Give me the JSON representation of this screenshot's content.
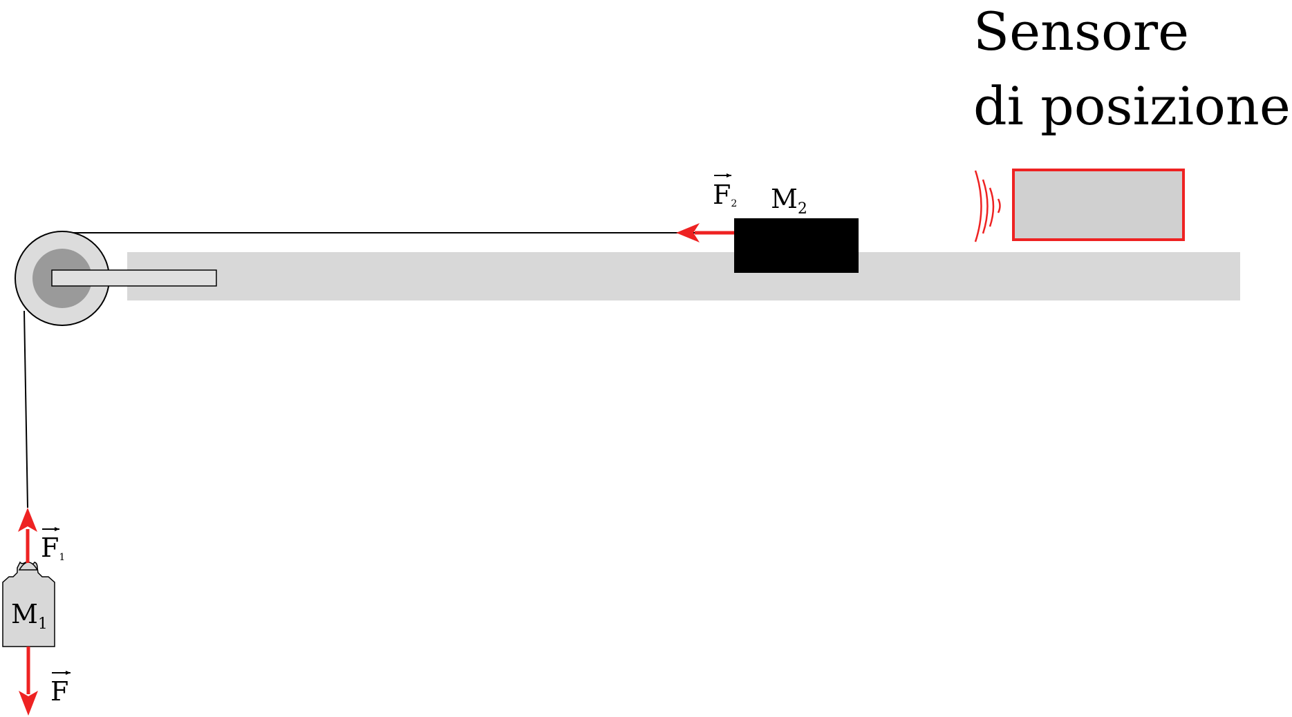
{
  "sensor": {
    "label_line1": "Sensore",
    "label_line2": "di posizione"
  },
  "masses": {
    "m1": {
      "base": "M",
      "sub": "1"
    },
    "m2": {
      "base": "M",
      "sub": "2"
    }
  },
  "forces": {
    "f1": {
      "base": "F",
      "sub": "1"
    },
    "f2": {
      "base": "F",
      "sub": "2"
    },
    "f": {
      "base": "F"
    }
  },
  "colors": {
    "force_arrow": "#ee2222",
    "sensor_border": "#ee2222",
    "sensor_fill": "#d0d0d0",
    "track": "#d8d8d8",
    "cart": "#000000",
    "hanging_mass": "#d8d8d8",
    "pulley_outer": "#dcdcdc",
    "pulley_inner": "#9a9a9a"
  }
}
